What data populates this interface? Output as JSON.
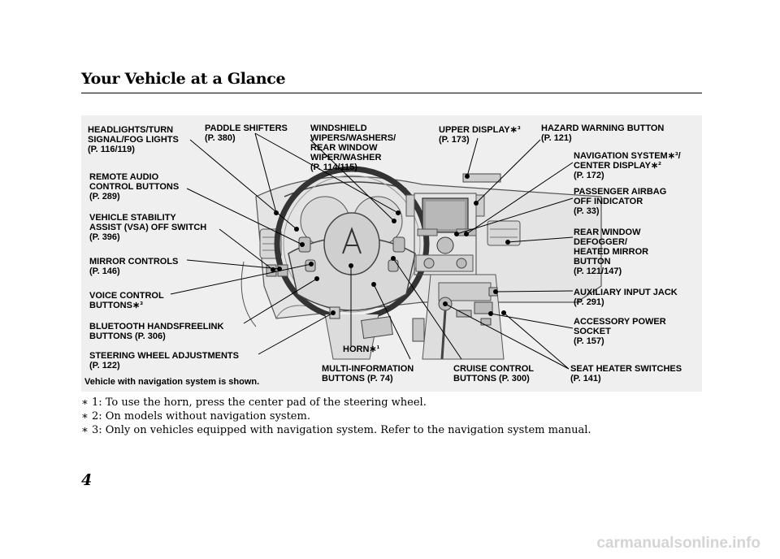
{
  "page_title": "Your Vehicle at a Glance",
  "figure": {
    "labels": {
      "headlights": "HEADLIGHTS/TURN\nSIGNAL/FOG LIGHTS\n(P. 116/119)",
      "paddle": "PADDLE SHIFTERS\n(P. 380)",
      "windshield": "WINDSHIELD\nWIPERS/WASHERS/\nREAR WINDOW\nWIPER/WASHER\n(P. 114/115)",
      "upper_display": "UPPER DISPLAY∗³\n(P. 173)",
      "hazard": "HAZARD WARNING BUTTON\n(P. 121)",
      "navigation": "NAVIGATION SYSTEM∗³/\nCENTER DISPLAY∗²\n(P. 172)",
      "remote_audio": "REMOTE AUDIO\nCONTROL BUTTONS\n(P. 289)",
      "airbag": "PASSENGER AIRBAG\nOFF INDICATOR\n(P. 33)",
      "vsa": "VEHICLE STABILITY\nASSIST (VSA) OFF SWITCH\n(P. 396)",
      "defogger": "REAR WINDOW\nDEFOGGER/\nHEATED MIRROR\nBUTTON\n(P. 121/147)",
      "mirror": "MIRROR CONTROLS\n(P. 146)",
      "voice": "VOICE CONTROL\nBUTTONS∗³",
      "aux": "AUXILIARY INPUT JACK\n(P. 291)",
      "bluetooth": "BLUETOOTH HANDSFREELINK\nBUTTONS (P. 306)",
      "accessory": "ACCESSORY POWER\nSOCKET\n(P. 157)",
      "steering": "STEERING WHEEL ADJUSTMENTS\n(P. 122)",
      "horn": "HORN∗¹",
      "multi_info": "MULTI-INFORMATION\nBUTTONS (P. 74)",
      "cruise": "CRUISE CONTROL\nBUTTONS (P. 300)",
      "seat_heater": "SEAT HEATER SWITCHES\n(P. 141)"
    },
    "caption": "Vehicle with navigation system is shown."
  },
  "footnotes": [
    "∗ 1: To use the horn, press the center pad of the steering wheel.",
    "∗ 2: On models without navigation system.",
    "∗ 3: Only on vehicles equipped with navigation system. Refer to the navigation system manual."
  ],
  "page_number": "4",
  "watermark": "carmanualsonline.info"
}
